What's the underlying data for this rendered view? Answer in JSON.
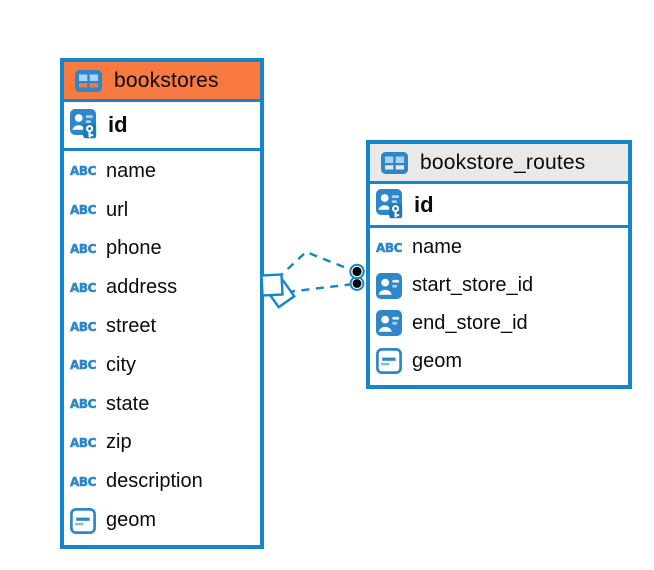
{
  "colors": {
    "accent_blue": "#1586C9",
    "icon_blue": "#2E87C8",
    "icon_light_blue": "#A9D3EE",
    "bookstores_header_bg": "#F87A40",
    "routes_header_bg": "#E9E9E9",
    "background": "#FFFFFF",
    "text": "#0B0B0B",
    "connector_dot": "#000000"
  },
  "icon_labels": {
    "text_type": "ABC"
  },
  "diagram": {
    "tables": [
      {
        "name": "bookstores",
        "header_bg": "#F87A40",
        "header_icon": "table-icon",
        "primary_key": {
          "name": "id",
          "icon": "primary-key-icon"
        },
        "columns": [
          {
            "name": "name",
            "type": "text"
          },
          {
            "name": "url",
            "type": "text"
          },
          {
            "name": "phone",
            "type": "text"
          },
          {
            "name": "address",
            "type": "text"
          },
          {
            "name": "street",
            "type": "text"
          },
          {
            "name": "city",
            "type": "text"
          },
          {
            "name": "state",
            "type": "text"
          },
          {
            "name": "zip",
            "type": "text"
          },
          {
            "name": "description",
            "type": "text"
          },
          {
            "name": "geom",
            "type": "geometry"
          }
        ]
      },
      {
        "name": "bookstore_routes",
        "header_bg": "#E9E9E9",
        "header_icon": "table-icon",
        "primary_key": {
          "name": "id",
          "icon": "primary-key-icon"
        },
        "columns": [
          {
            "name": "name",
            "type": "text"
          },
          {
            "name": "start_store_id",
            "type": "reference"
          },
          {
            "name": "end_store_id",
            "type": "reference"
          },
          {
            "name": "geom",
            "type": "geometry"
          }
        ]
      }
    ],
    "relationships": [
      {
        "from_table": "bookstore_routes",
        "to_table": "bookstores",
        "line_style": "dashed"
      },
      {
        "from_table": "bookstore_routes",
        "to_table": "bookstores",
        "line_style": "dashed"
      }
    ]
  }
}
